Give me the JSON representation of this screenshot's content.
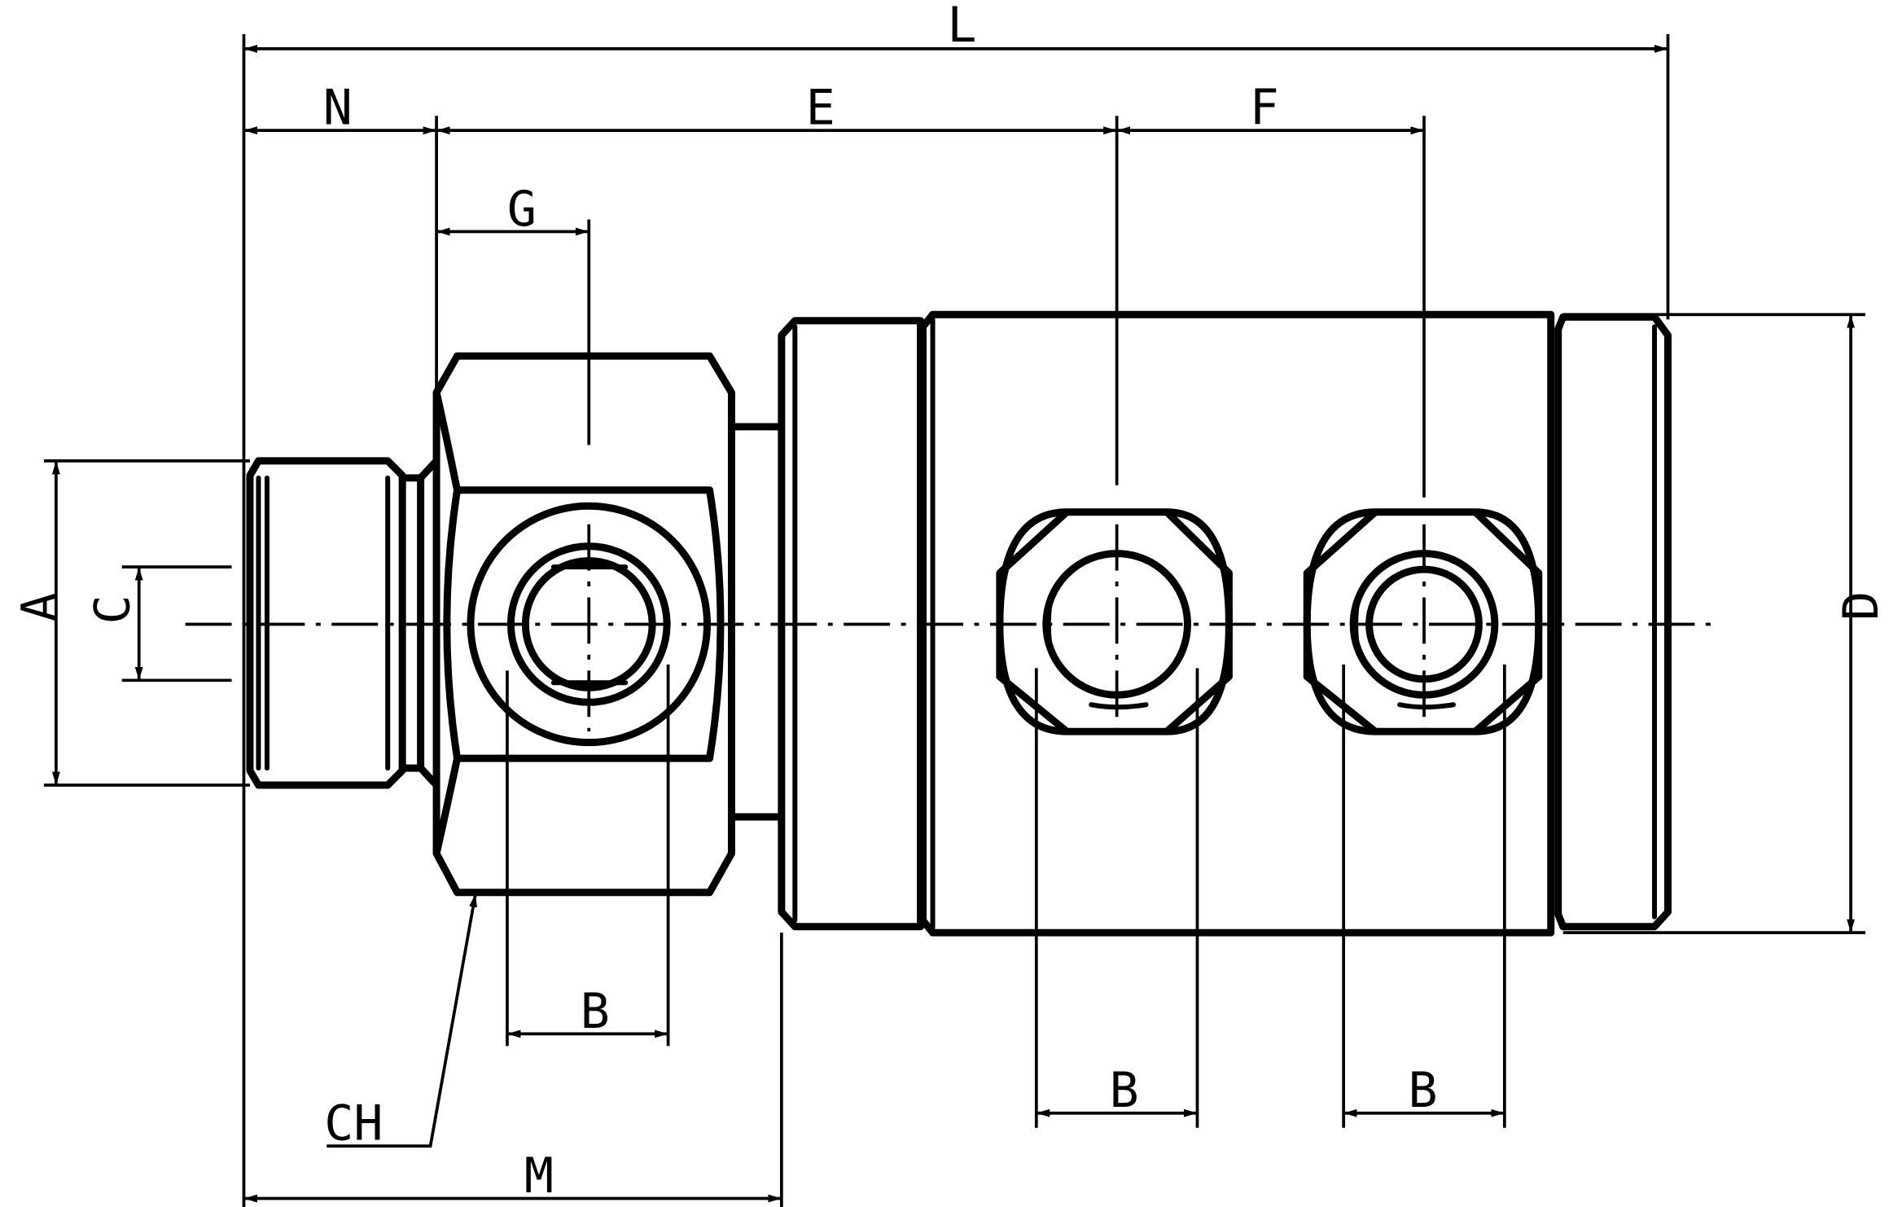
{
  "drawing": {
    "labels": {
      "L": "L",
      "N": "N",
      "E": "E",
      "F": "F",
      "G": "G",
      "A": "A",
      "C": "C",
      "D": "D",
      "B1": "B",
      "B2": "B",
      "B3": "B",
      "CH": "CH",
      "M": "M"
    }
  }
}
